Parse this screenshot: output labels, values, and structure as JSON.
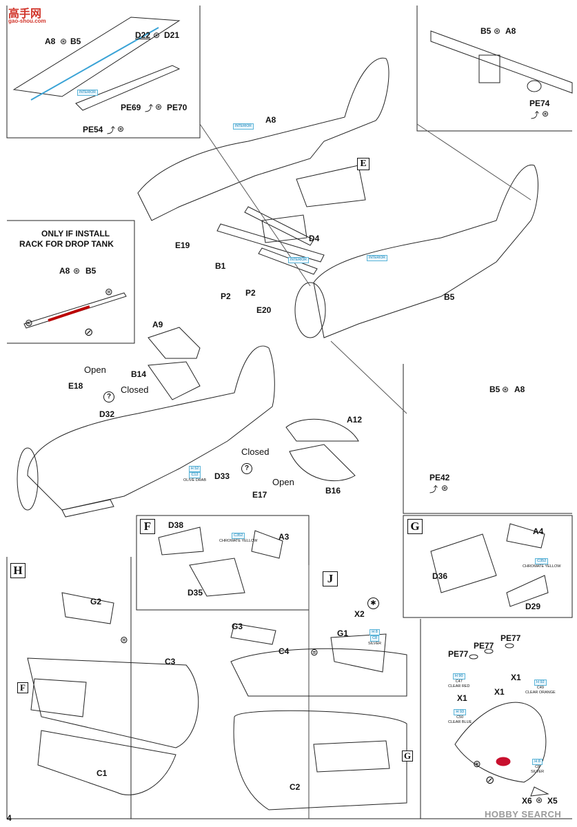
{
  "watermark_top": {
    "brand": "高手网",
    "url": "gao-shou.com"
  },
  "watermark_bottom": "HOBBY SEARCH",
  "page_number": "4",
  "panels": {
    "top_left": {
      "labels": [
        "A8",
        "B5",
        "D22",
        "D21",
        "PE69",
        "PE70",
        "PE54"
      ],
      "callout": "INTERIOR"
    },
    "top_right": {
      "labels": [
        "B5",
        "A8",
        "PE74"
      ]
    },
    "drop_tank": {
      "title_line1": "ONLY IF INSTALL",
      "title_line2": "RACK FOR DROP TANK",
      "labels": [
        "A8",
        "B5"
      ]
    },
    "right_mid": {
      "labels": [
        "B5",
        "A8",
        "PE42"
      ]
    }
  },
  "main": {
    "labels": {
      "A8": "A8",
      "E": "E",
      "D4": "D4",
      "E19": "E19",
      "B1": "B1",
      "P2a": "P2",
      "P2b": "P2",
      "E20": "E20",
      "B5": "B5"
    },
    "callouts": [
      "INTERIOR",
      "INTERIOR",
      "INTERIOR"
    ]
  },
  "tail": {
    "labels": {
      "A9": "A9",
      "B14": "B14",
      "E18": "E18",
      "open1": "Open",
      "D32": "D32",
      "closed1": "Closed",
      "D33": "D33",
      "closed2": "Closed",
      "E17": "E17",
      "open2": "Open",
      "A12": "A12",
      "B16": "B16"
    },
    "color": {
      "h": "H 52",
      "c": "C12",
      "name": "OLIVE DRAB"
    }
  },
  "step_F": {
    "tag": "F",
    "labels": [
      "D38",
      "A3",
      "D35"
    ],
    "color": {
      "c": "C352",
      "name": "CHROMATE YELLOW"
    }
  },
  "step_G": {
    "tag": "G",
    "labels": [
      "A4",
      "D36",
      "D29"
    ],
    "color": {
      "c": "C352",
      "name": "CHROMATE YELLOW"
    }
  },
  "step_H": {
    "tag": "H",
    "sub_tag": "F",
    "labels": [
      "G2",
      "C3",
      "C1"
    ]
  },
  "step_J": {
    "tag": "J",
    "sub_tag": "G",
    "labels": [
      "G3",
      "C4",
      "X2",
      "G1",
      "C2"
    ],
    "color": {
      "h": "H 8",
      "c": "C8",
      "name": "SILVER"
    }
  },
  "lights": {
    "labels": {
      "pe77a": "PE77",
      "pe77b": "PE77",
      "pe77c": "PE77",
      "x1a": "X1",
      "x1b": "X1",
      "x1c": "X1",
      "x6": "X6",
      "x5": "X5"
    },
    "colors": [
      {
        "h": "H 90",
        "c": "C47",
        "name": "CLEAR RED"
      },
      {
        "h": "H 92",
        "c": "C49",
        "name": "CLEAR ORANGE"
      },
      {
        "h": "H 93",
        "c": "C50",
        "name": "CLEAR BLUE"
      },
      {
        "h": "H 8",
        "c": "C8",
        "name": "SILVER"
      }
    ]
  }
}
